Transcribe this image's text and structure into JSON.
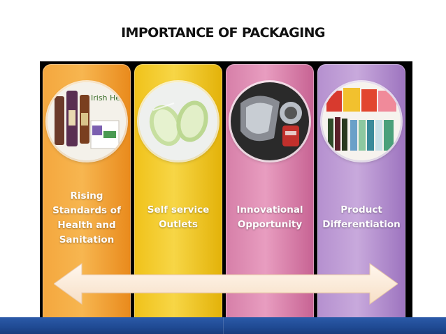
{
  "slide": {
    "title": "IMPORTANCE OF PACKAGING"
  },
  "cards": [
    {
      "name": "rising-standards",
      "label_lines": [
        "Rising",
        "Standards of",
        "Health and",
        "Sanitation"
      ],
      "image_text": "Irish Health",
      "image": "health-products-photo"
    },
    {
      "name": "self-service",
      "label_lines": [
        "Self service",
        "Outlets"
      ],
      "image": "packaged-cabbage-photo"
    },
    {
      "name": "innovational-opportunity",
      "label_lines": [
        "Innovational",
        "Opportunity"
      ],
      "image": "blister-pack-photo"
    },
    {
      "name": "product-differentiation",
      "label_lines": [
        "Product",
        "Differentiation"
      ],
      "image": "assorted-products-photo"
    }
  ],
  "colors": {
    "card1": "#f4a73e",
    "card2": "#f0c21a",
    "card3": "#d67fa8",
    "card4": "#b590cf",
    "arrow": "#fdeedd",
    "footer": "#2b5aa8"
  },
  "arrow": {
    "type": "double-headed"
  }
}
